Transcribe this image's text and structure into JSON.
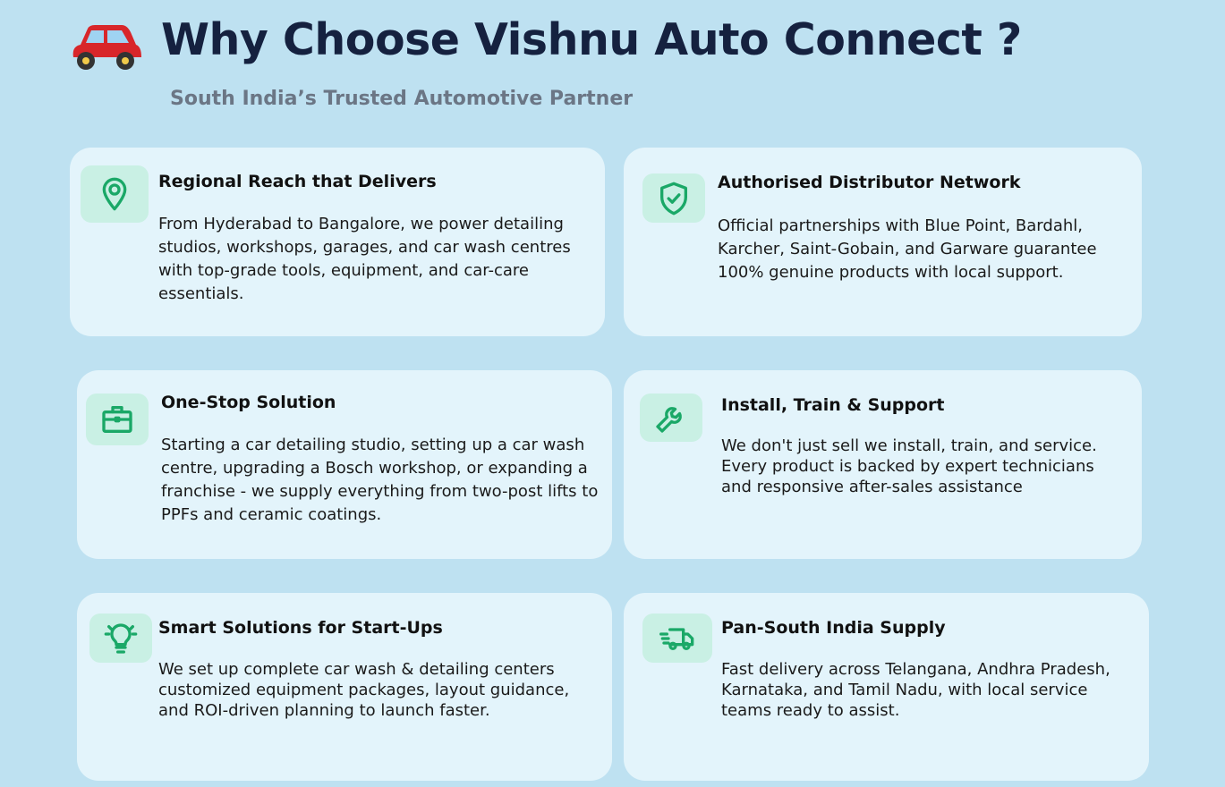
{
  "header": {
    "title": "Why Choose Vishnu Auto Connect ?",
    "subtitle": "South India’s Trusted Automotive Partner"
  },
  "colors": {
    "background": "#bee1f1",
    "card": "#e3f4fb",
    "icon_bg": "#c9f0e4",
    "icon": "#1aa867",
    "title": "#15213f"
  },
  "cards": [
    {
      "icon": "map-pin-icon",
      "title": "Regional Reach that Delivers",
      "body": "From Hyderabad to Bangalore, we power detailing studios, workshops, garages, and car wash centres with top-grade tools, equipment, and car-care essentials."
    },
    {
      "icon": "shield-check-icon",
      "title": "Authorised Distributor Network",
      "body": "Official partnerships with Blue Point, Bardahl, Karcher, Saint-Gobain, and Garware guarantee 100% genuine products with local support."
    },
    {
      "icon": "briefcase-icon",
      "title": "One-Stop Solution",
      "body": "Starting a car detailing studio, setting up a car wash centre, upgrading a Bosch workshop, or expanding a franchise - we supply everything from two-post lifts to PPFs and ceramic coatings."
    },
    {
      "icon": "wrench-icon",
      "title": "Install, Train & Support",
      "body": "We don't just sell we install, train, and service. Every product is backed by expert technicians and responsive after-sales assistance"
    },
    {
      "icon": "lightbulb-icon",
      "title": "Smart Solutions for Start-Ups",
      "body": "We set up complete car wash & detailing centers customized equipment packages, layout guidance, and ROI-driven planning to launch faster."
    },
    {
      "icon": "delivery-truck-icon",
      "title": "Pan-South India Supply",
      "body": "Fast delivery across Telangana, Andhra Pradesh, Karnataka, and Tamil Nadu, with local service teams ready to assist."
    }
  ]
}
